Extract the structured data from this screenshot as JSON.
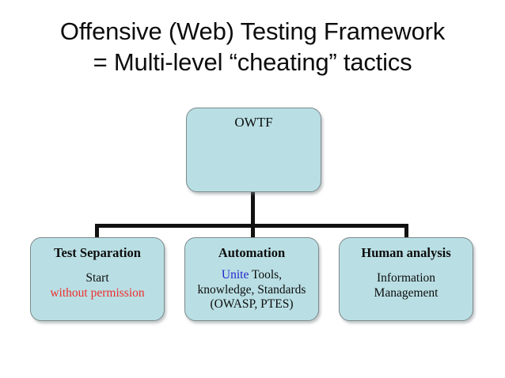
{
  "slide": {
    "background_color": "#ffffff",
    "title": {
      "line1": "Offensive (Web) Testing Framework",
      "line2": "= Multi-level “cheating” tactics"
    },
    "colors": {
      "node_fill": "#b9dfe4",
      "node_border": "#7d8a8c",
      "connector": "#111111",
      "text": "#0d0d0d",
      "accent_red": "#ef2d2d",
      "accent_blue": "#2424cc"
    },
    "diagram": {
      "type": "org-chart",
      "root": {
        "id": "owtf",
        "title": "OWTF"
      },
      "children": [
        {
          "id": "test-separation",
          "title": "Test Separation",
          "body_lines": [
            {
              "text": "Start",
              "color": "#0d0d0d"
            }
          ],
          "body_rich": {
            "line1_plain": "Start",
            "line2_red": "without permission"
          }
        },
        {
          "id": "automation",
          "title": "Automation",
          "body_rich": {
            "line1_blue": "Unite",
            "line1_plain": " Tools,",
            "line2_plain": "knowledge, Standards",
            "line3_plain": "(OWASP, PTES)"
          }
        },
        {
          "id": "human-analysis",
          "title": "Human analysis",
          "body_rich": {
            "line1_plain": "Information",
            "line2_plain": "Management"
          }
        }
      ]
    }
  }
}
